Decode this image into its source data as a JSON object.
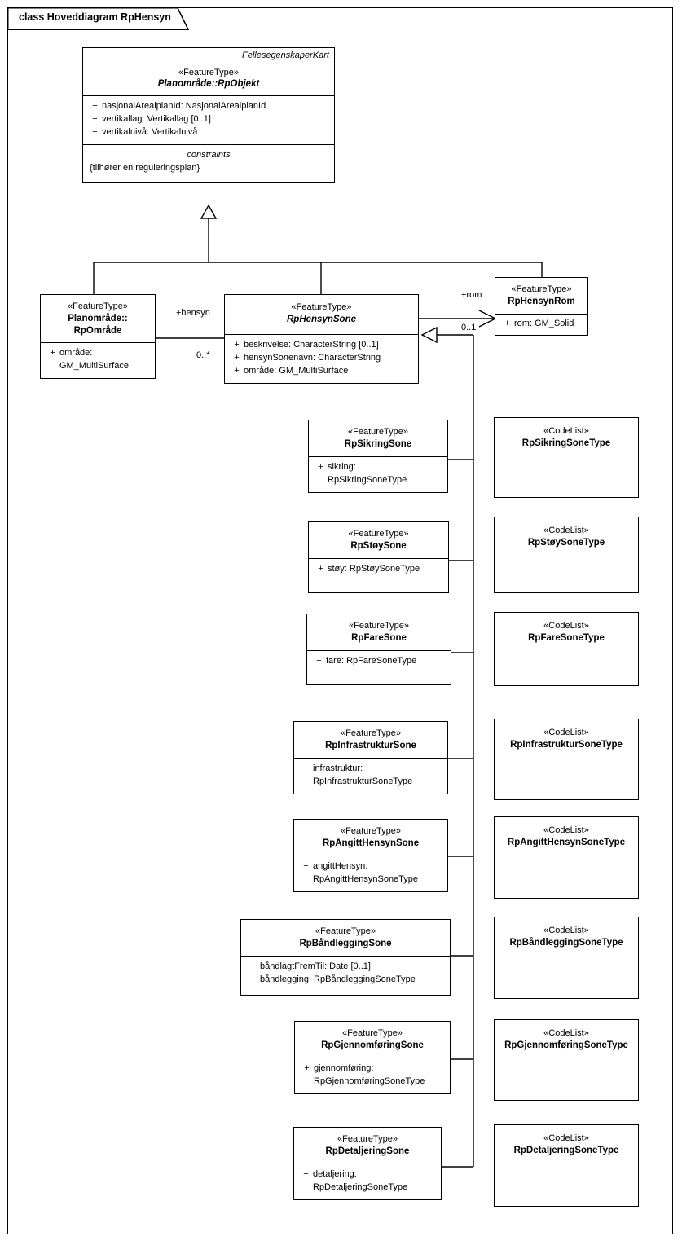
{
  "diagram": {
    "title": "class Hoveddiagram RpHensyn",
    "kind": "UML class diagram"
  },
  "classes": {
    "rpobjekt": {
      "namespace": "FellesegenskaperKart",
      "stereotype": "«FeatureType»",
      "name": "Planområde::RpObjekt",
      "attributes": [
        {
          "visibility": "+",
          "text": "nasjonalArealplanId: NasjonalArealplanId"
        },
        {
          "visibility": "+",
          "text": "vertikallag: Vertikallag [0..1]"
        },
        {
          "visibility": "+",
          "text": "vertikalnivå: Vertikalnivå"
        }
      ],
      "constraints_title": "constraints",
      "constraints_body": "{tilhører en reguleringsplan}"
    },
    "rpomrade": {
      "stereotype": "«FeatureType»",
      "name": "Planområde::\nRpOmråde",
      "attributes": [
        {
          "visibility": "+",
          "text": "område:\nGM_MultiSurface"
        }
      ]
    },
    "rphensynsone": {
      "stereotype": "«FeatureType»",
      "name": "RpHensynSone",
      "attributes": [
        {
          "visibility": "+",
          "text": "beskrivelse: CharacterString [0..1]"
        },
        {
          "visibility": "+",
          "text": "hensynSonenavn: CharacterString"
        },
        {
          "visibility": "+",
          "text": "område: GM_MultiSurface"
        }
      ]
    },
    "rphensynrom": {
      "stereotype": "«FeatureType»",
      "name": "RpHensynRom",
      "attributes": [
        {
          "visibility": "+",
          "text": "rom: GM_Solid"
        }
      ]
    },
    "rpsikringsone": {
      "stereotype": "«FeatureType»",
      "name": "RpSikringSone",
      "attributes": [
        {
          "visibility": "+",
          "text": "sikring:\nRpSikringSoneType"
        }
      ]
    },
    "rpstoysone": {
      "stereotype": "«FeatureType»",
      "name": "RpStøySone",
      "attributes": [
        {
          "visibility": "+",
          "text": "støy: RpStøySoneType"
        }
      ]
    },
    "rpfaresone": {
      "stereotype": "«FeatureType»",
      "name": "RpFareSone",
      "attributes": [
        {
          "visibility": "+",
          "text": "fare: RpFareSoneType"
        }
      ]
    },
    "rpinfrastruktursone": {
      "stereotype": "«FeatureType»",
      "name": "RpInfrastrukturSone",
      "attributes": [
        {
          "visibility": "+",
          "text": "infrastruktur:\nRpInfrastrukturSoneType"
        }
      ]
    },
    "rpangitthensynsone": {
      "stereotype": "«FeatureType»",
      "name": "RpAngittHensynSone",
      "attributes": [
        {
          "visibility": "+",
          "text": "angittHensyn:\nRpAngittHensynSoneType"
        }
      ]
    },
    "rpbandleggingsone": {
      "stereotype": "«FeatureType»",
      "name": "RpBåndleggingSone",
      "attributes": [
        {
          "visibility": "+",
          "text": "båndlagtFremTil: Date [0..1]"
        },
        {
          "visibility": "+",
          "text": "båndlegging: RpBåndleggingSoneType"
        }
      ]
    },
    "rpgjennomforingsone": {
      "stereotype": "«FeatureType»",
      "name": "RpGjennomføringSone",
      "attributes": [
        {
          "visibility": "+",
          "text": "gjennomføring:\nRpGjennomføringSoneType"
        }
      ]
    },
    "rpdetaljeringsone": {
      "stereotype": "«FeatureType»",
      "name": "RpDetaljeringSone",
      "attributes": [
        {
          "visibility": "+",
          "text": "detaljering:\nRpDetaljeringSoneType"
        }
      ]
    }
  },
  "codelists": {
    "sikring": {
      "stereotype": "«CodeList»",
      "name": "RpSikringSoneType"
    },
    "stoy": {
      "stereotype": "«CodeList»",
      "name": "RpStøySoneType"
    },
    "fare": {
      "stereotype": "«CodeList»",
      "name": "RpFareSoneType"
    },
    "infrastruktur": {
      "stereotype": "«CodeList»",
      "name": "RpInfrastrukturSoneType"
    },
    "angitthensyn": {
      "stereotype": "«CodeList»",
      "name": "RpAngittHensynSoneType"
    },
    "bandlegging": {
      "stereotype": "«CodeList»",
      "name": "RpBåndleggingSoneType"
    },
    "gjennomforing": {
      "stereotype": "«CodeList»",
      "name": "RpGjennomføringSoneType"
    },
    "detaljering": {
      "stereotype": "«CodeList»",
      "name": "RpDetaljeringSoneType"
    }
  },
  "edges": {
    "hensyn_role": "+hensyn",
    "hensyn_mult": "0..*",
    "rom_role": "+rom",
    "rom_mult": "0..1"
  },
  "colors": {
    "line": "#000000",
    "fill": "#ffffff",
    "text": "#000000"
  }
}
